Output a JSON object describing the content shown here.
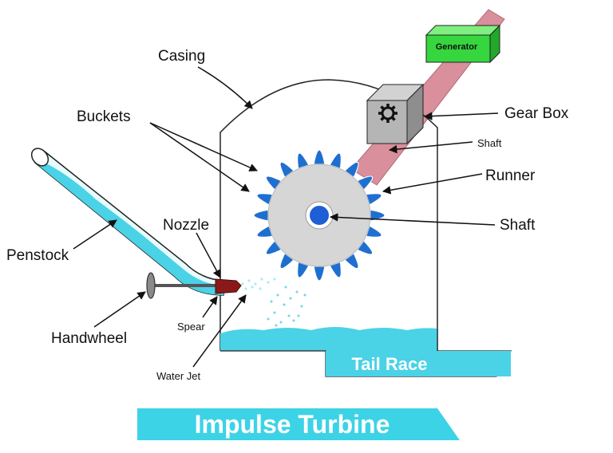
{
  "labels": {
    "casing": "Casing",
    "buckets": "Buckets",
    "nozzle": "Nozzle",
    "penstock": "Penstock",
    "handwheel": "Handwheel",
    "spear": "Spear",
    "water_jet": "Water Jet",
    "generator": "Generator",
    "gear_box": "Gear Box",
    "shaft_upper": "Shaft",
    "runner": "Runner",
    "shaft_lower": "Shaft",
    "tail_race": "Tail Race"
  },
  "title": "Impulse Turbine",
  "colors": {
    "water": "#4ad2e6",
    "water_light": "#a8ecf5",
    "bucket": "#1f6fd1",
    "runner": "#d6d6d6",
    "generator": "#36d63f",
    "gear_box": "#b5b5b5",
    "shaft": "#d98f9c",
    "nozzle": "#8a1a1a",
    "title_band": "#3cd3e6"
  },
  "icons": {
    "gear": "gear-icon"
  }
}
